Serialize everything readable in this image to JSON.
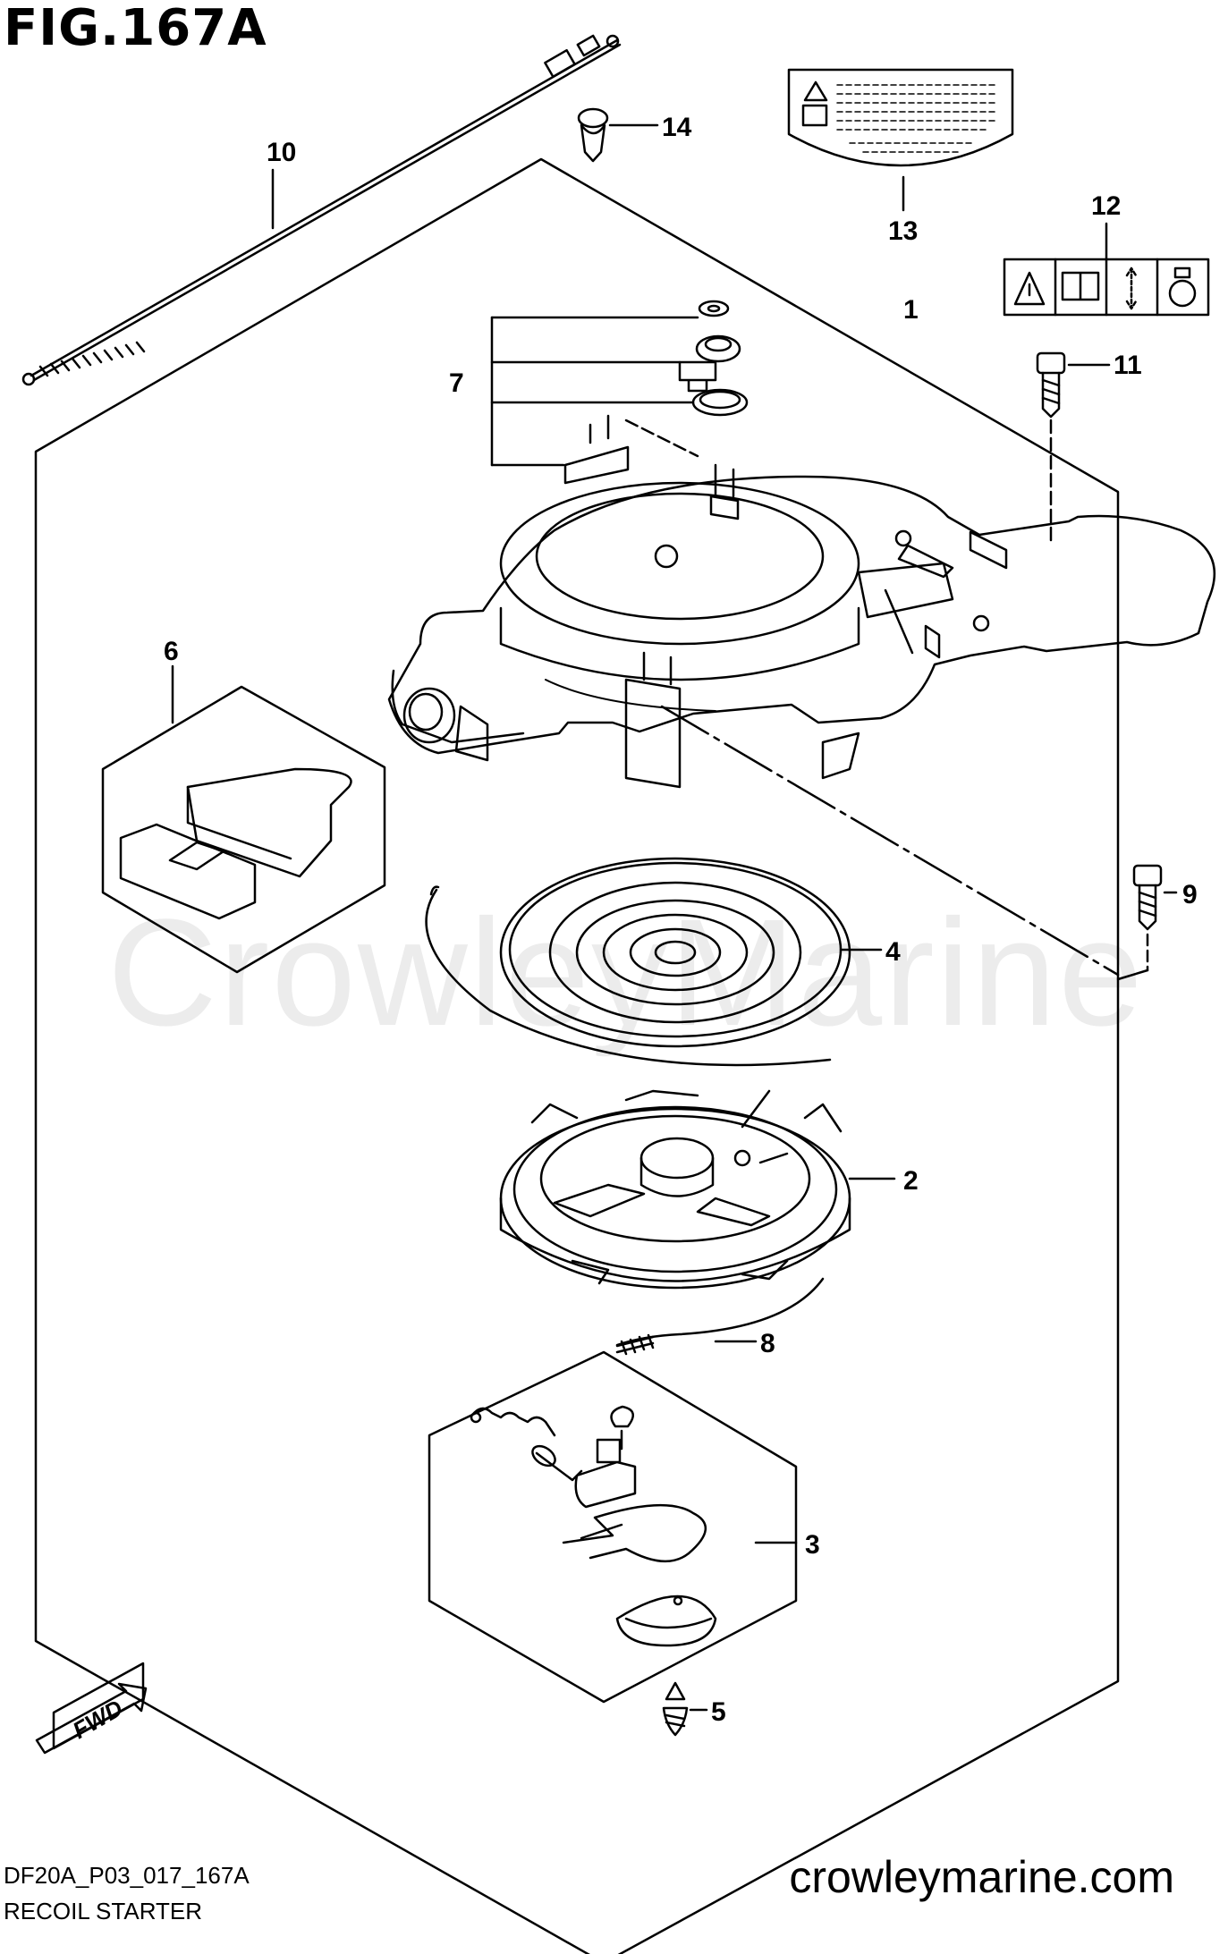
{
  "figure": {
    "title": "FIG.167A",
    "drawing_code": "DF20A_P03_017_167A",
    "name": "RECOIL STARTER",
    "website": "crowleymarine.com",
    "watermark": "CrowleyMarine",
    "fwd_label": "FWD"
  },
  "callouts": [
    "1",
    "2",
    "3",
    "4",
    "5",
    "6",
    "7",
    "8",
    "9",
    "10",
    "11",
    "12",
    "13",
    "14"
  ]
}
